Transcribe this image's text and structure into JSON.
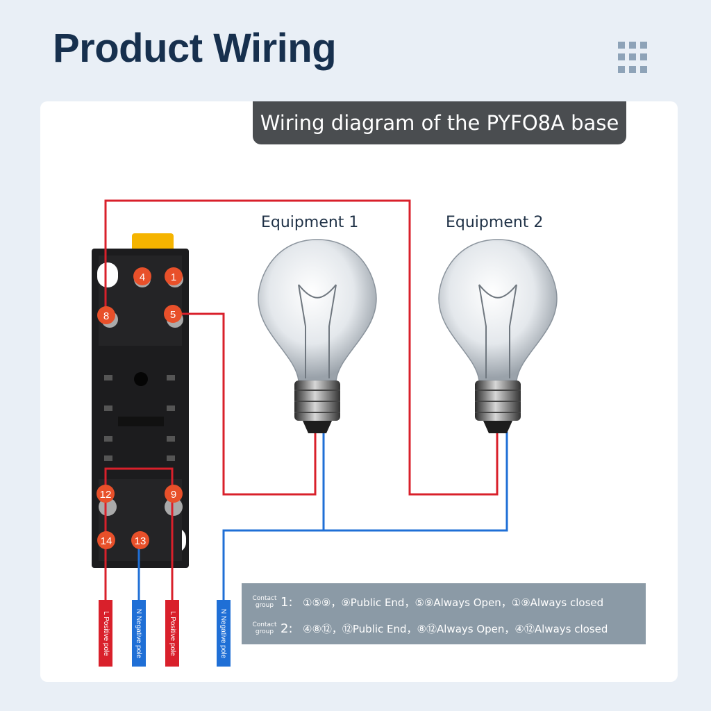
{
  "header": {
    "title": "Product Wiring",
    "menu_icon": "grid-menu-icon"
  },
  "banner": {
    "text": "Wiring diagram of the PYFO8A base"
  },
  "equipment": [
    {
      "label": "Equipment 1"
    },
    {
      "label": "Equipment 2"
    }
  ],
  "terminals": {
    "t4": "4",
    "t1": "1",
    "t8": "8",
    "t5": "5",
    "t12": "12",
    "t9": "9",
    "t14": "14",
    "t13": "13"
  },
  "wire_labels": {
    "l1": "L Positive pole",
    "n1": "N Negative pole",
    "l2": "L Positive pole",
    "n2": "N Negative pole"
  },
  "contact_groups": [
    {
      "caption": "Contact group",
      "number": "1:",
      "text": "①⑤⑨，⑨Public End，⑤⑨Always Open，①⑨Always closed"
    },
    {
      "caption": "Contact group",
      "number": "2:",
      "text": "④⑧⑫，⑫Public End，⑧⑫Always Open，④⑫Always closed"
    }
  ],
  "colors": {
    "live": "#d9202b",
    "neutral": "#1f6fd6",
    "terminal": "#e8502a",
    "title": "#17304e"
  }
}
